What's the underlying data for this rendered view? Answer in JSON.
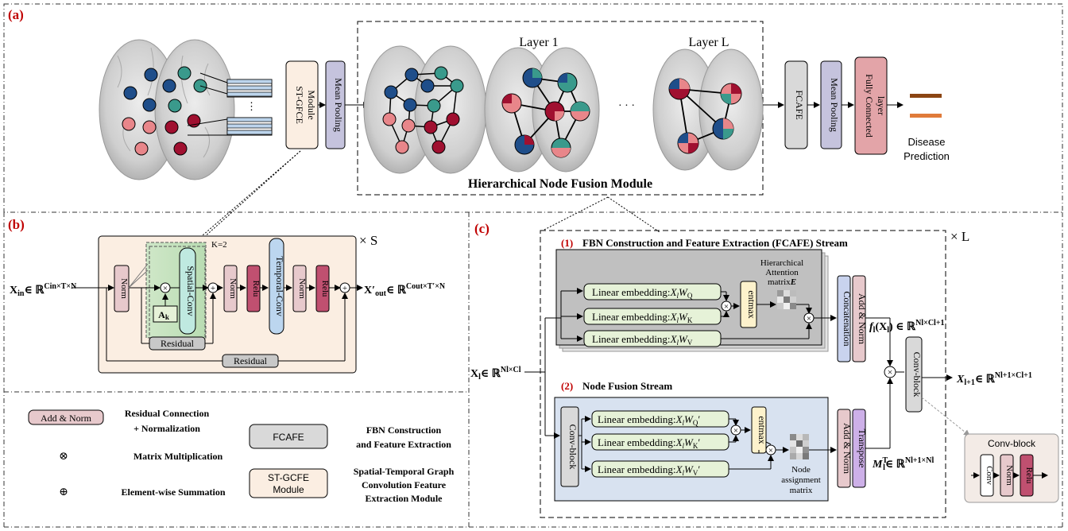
{
  "panel_a": {
    "label": "(a)",
    "st_gfce": [
      "ST-GFCE",
      "Module"
    ],
    "mean_pooling": "Mean Pooling",
    "layer_1": "Layer  1",
    "layer_l": "Layer  L",
    "ellipsis_h": "· · ·",
    "ellipsis_v": "⋮",
    "fcafe": "FCAFE",
    "mean_pooling_2": "Mean Pooling",
    "fully_connected": [
      "Fully Connected",
      "layer"
    ],
    "disease_prediction": [
      "Disease",
      "Prediction"
    ],
    "hnfm_title": "Hierarchical Node Fusion Module"
  },
  "panel_b": {
    "label": "(b)",
    "times_s": "× S",
    "k2": "K=2",
    "input": "X",
    "input_sub": "in",
    "input_space": "∈ ℝ",
    "input_sup": "Cin×T×N",
    "norm": "Norm",
    "spatial_conv": "Spatial-Conv",
    "ak": "A",
    "ak_sub": "k",
    "relu": "Relu",
    "temporal_conv": "Temporal-Conv",
    "residual": "Residual",
    "output": "X′",
    "output_sub": "out",
    "output_space": "∈ ℝ",
    "output_sup": "Cout×T′×N"
  },
  "panel_c": {
    "label": "(c)",
    "times_l": "× L",
    "stream1_num": "(1)",
    "stream1_title": "FBN Construction and Feature Extraction (FCAFE) Stream",
    "lin_q": "Linear embedding:",
    "lin_q_math": "X",
    "lin_q_sub": "l",
    "lin_q_w": "W",
    "lin_q_wsub": "Q",
    "lin_k_wsub": "K",
    "lin_v_wsub": "V",
    "entmax": "entmax",
    "ham": [
      "Hierarchical",
      "Attention",
      "matrix"
    ],
    "ham_e": "E",
    "concatenation": "Concatenation",
    "add_norm": "Add & Norm",
    "f_out": "f",
    "f_out_sub": "l",
    "f_out_arg": "(X",
    "f_out_space": ") ∈ ℝ",
    "f_out_sup": "Nl×Cl+1",
    "x_in": "X",
    "x_in_sub": "l",
    "x_in_space": "∈ ℝ",
    "x_in_sup": "Nl×Cl",
    "stream2_num": "(2)",
    "stream2_title": "Node Fusion Stream",
    "conv_block": "Conv-block",
    "node_assign": [
      "Node",
      "assignment",
      "matrix"
    ],
    "transpose": "Transpose",
    "m_out": "M",
    "m_out_sub": "l",
    "m_out_sup": "T",
    "m_out_space": "∈ ℝ",
    "m_out_sup2": "Nl+1×Nl",
    "x_out": "X",
    "x_out_sub": "l+1",
    "x_out_space": "∈ ℝ",
    "x_out_sup": "Nl+1×Cl+1",
    "convblock_box_title": "Conv-block",
    "conv": "Conv",
    "norm": "Norm",
    "relu": "Relu"
  },
  "legend": {
    "add_norm": "Add & Norm",
    "add_norm_desc": [
      "Residual Connection",
      "+ Normalization"
    ],
    "matmul_sym": "⊗",
    "matmul_desc": "Matrix Multiplication",
    "sum_sym": "⊕",
    "sum_desc": "Element-wise Summation",
    "fcafe": "FCAFE",
    "fcafe_desc": [
      "FBN Construction",
      "and Feature Extraction"
    ],
    "stgcfe": [
      "ST-GCFE",
      "Module"
    ],
    "stgcfe_desc": [
      "Spatial-Temporal Graph",
      "Convolution Feature",
      "Extraction Module"
    ]
  },
  "colors": {
    "label_red": "#c00000",
    "node_dark_red": "#a01030",
    "node_pink": "#e8868a",
    "node_teal": "#3a9a8c",
    "node_blue": "#1f4e8a",
    "linear_green": "#e6f2d8",
    "entmax_yellow": "#fdf2cc",
    "concat_blue": "#c9d3ee",
    "add_norm_pink": "#e7c9cc",
    "transpose_purple": "#cdb0e8",
    "fc_red": "#e3a4a8",
    "mean_pool_purple": "#c5c3dd",
    "fcafe_gray": "#d9d9d9",
    "stgcfe_cream": "#fbeee2"
  }
}
